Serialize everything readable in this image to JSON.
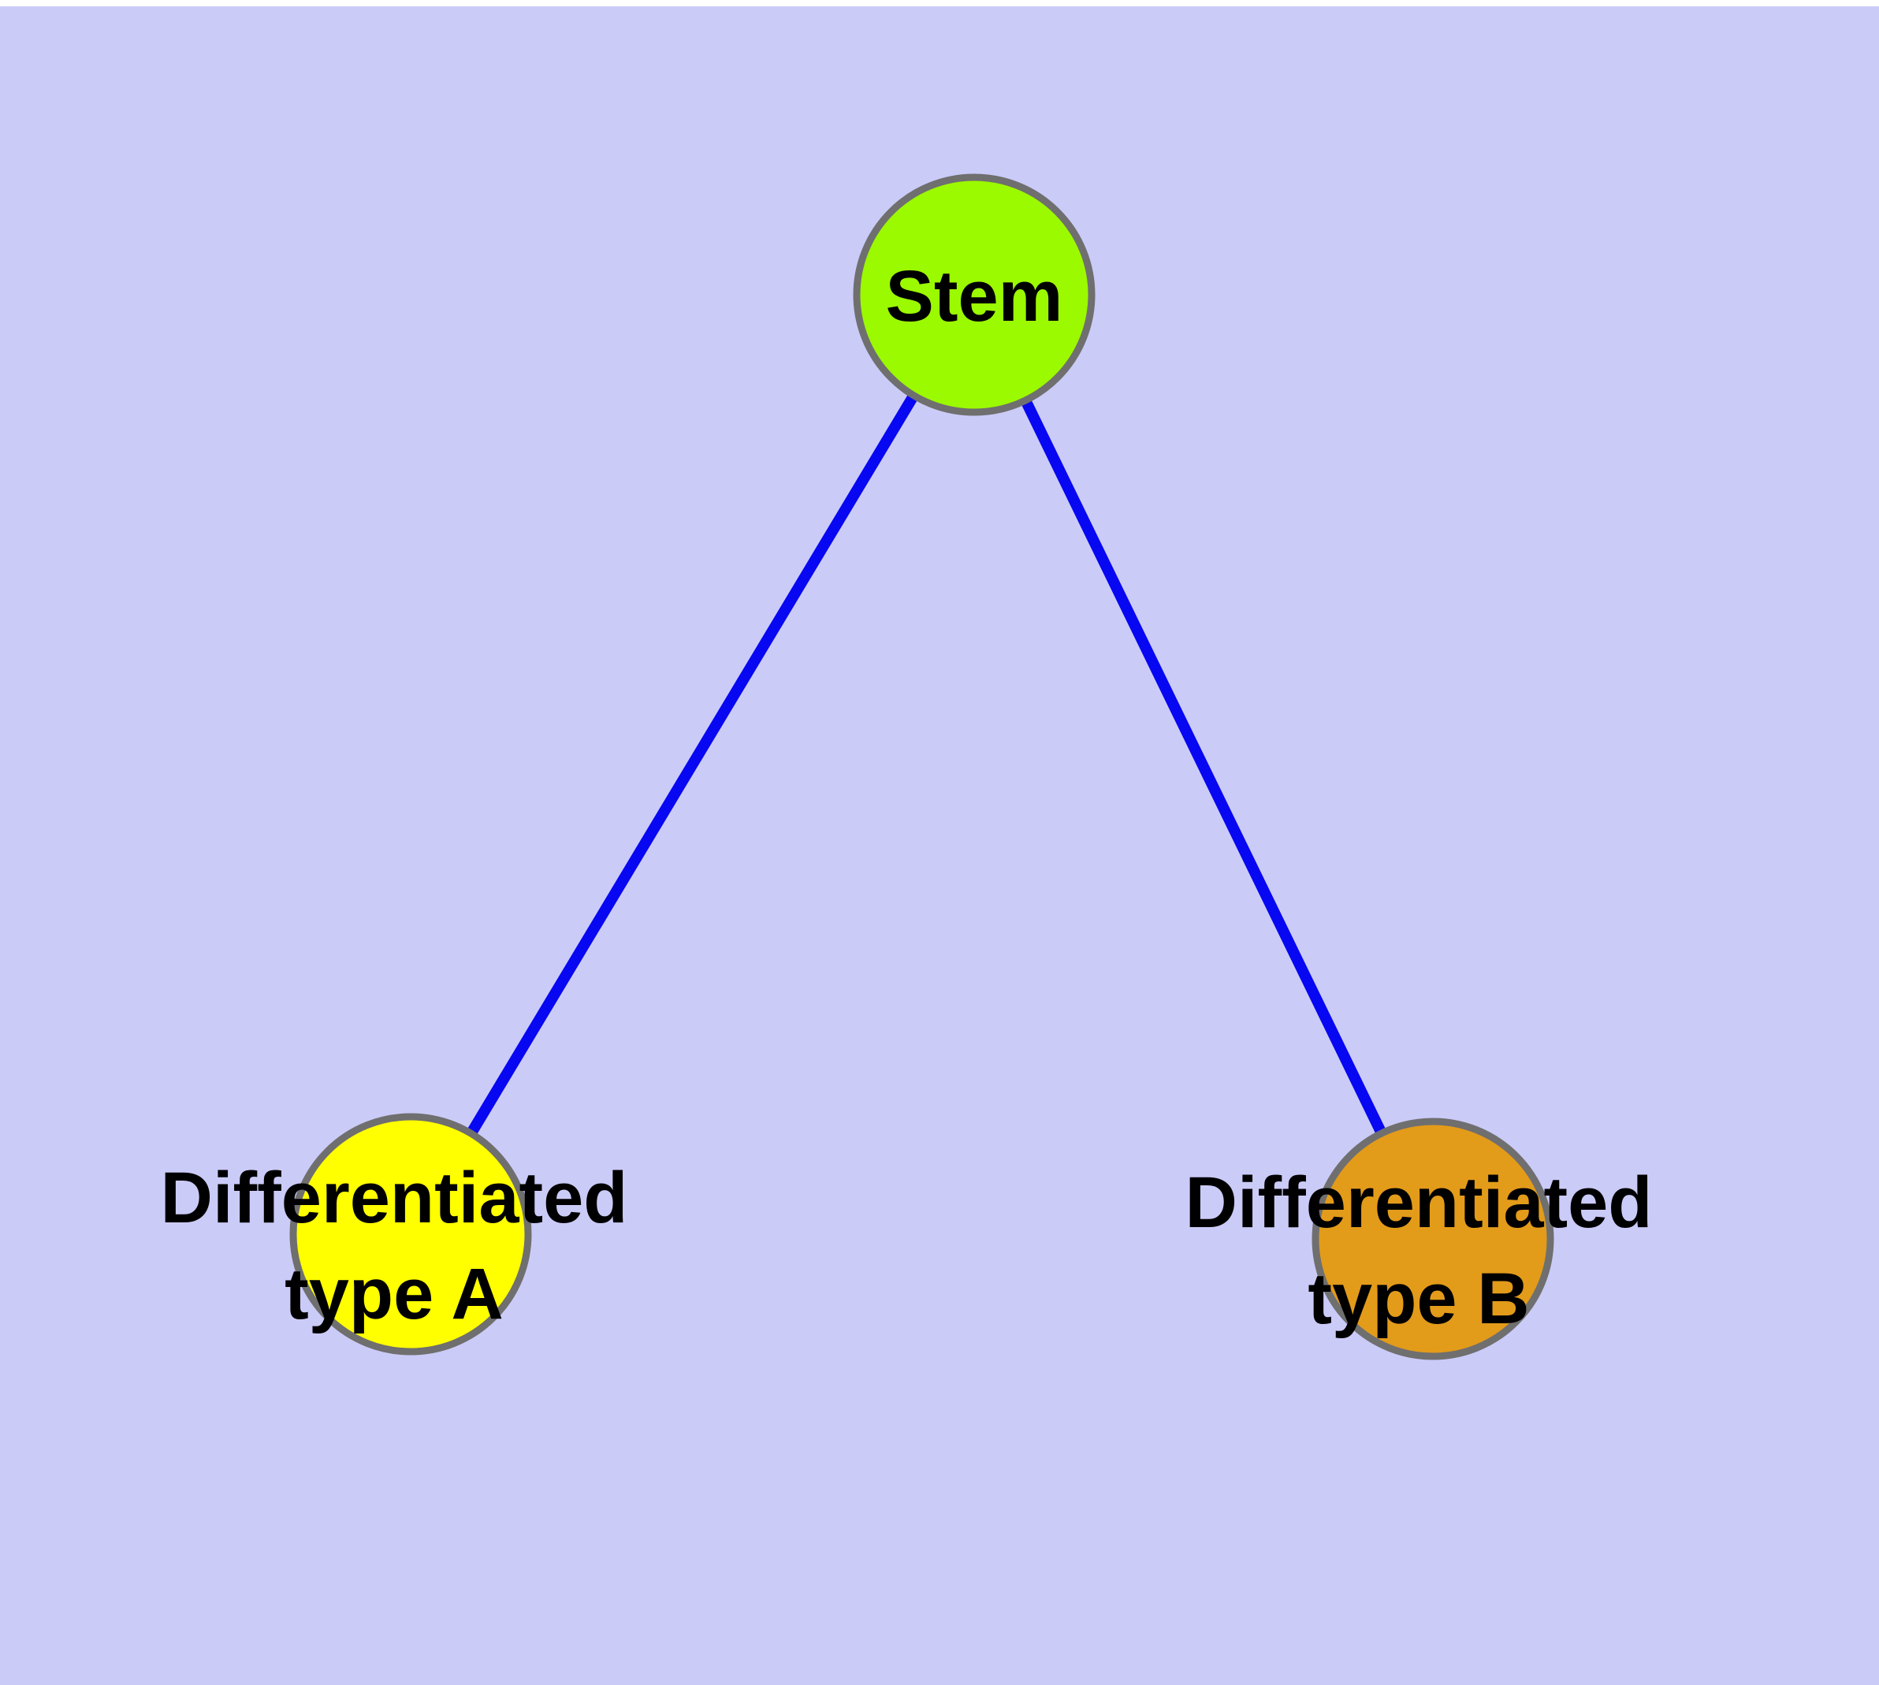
{
  "diagram": {
    "type": "graph",
    "colors": {
      "background": "#cbcbf8",
      "edge": "#0707f2",
      "node-border": "#6f6f6f",
      "label": "#000000"
    },
    "nodes": [
      {
        "id": "stem",
        "label": "Stem",
        "label_lines": [
          "Stem"
        ],
        "fill": "#9bf900"
      },
      {
        "id": "differentiated-type-a",
        "label": "Differentiated type A",
        "label_lines": [
          "Differentiated",
          "type A"
        ],
        "fill": "#ffff00"
      },
      {
        "id": "differentiated-type-b",
        "label": "Differentiated type B",
        "label_lines": [
          "Differentiated",
          "type B"
        ],
        "fill": "#e39b1a"
      }
    ],
    "edges": [
      {
        "from": "stem",
        "to": "differentiated-type-a"
      },
      {
        "from": "stem",
        "to": "differentiated-type-b"
      }
    ]
  }
}
